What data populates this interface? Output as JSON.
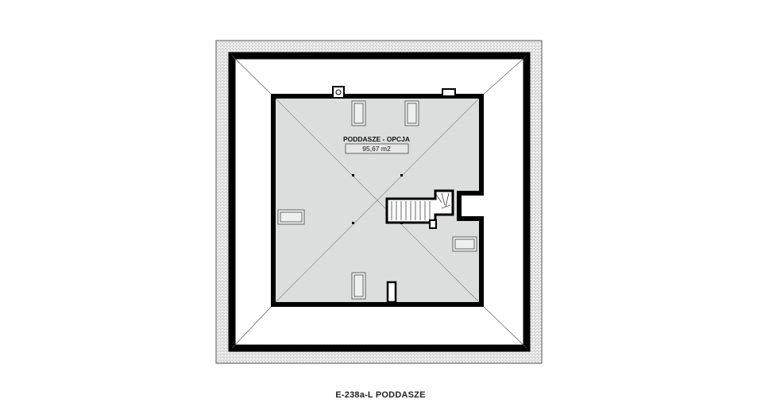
{
  "room": {
    "name": "PODDASZE - OPCJA",
    "area": "95,67 m2"
  },
  "plan_title": "E-238a-L PODDASZE",
  "colors": {
    "floor": "#dcdedd",
    "wall": "#000000",
    "roof_hatch": "#9a9a9a",
    "label_box": "#e6e6e6"
  }
}
